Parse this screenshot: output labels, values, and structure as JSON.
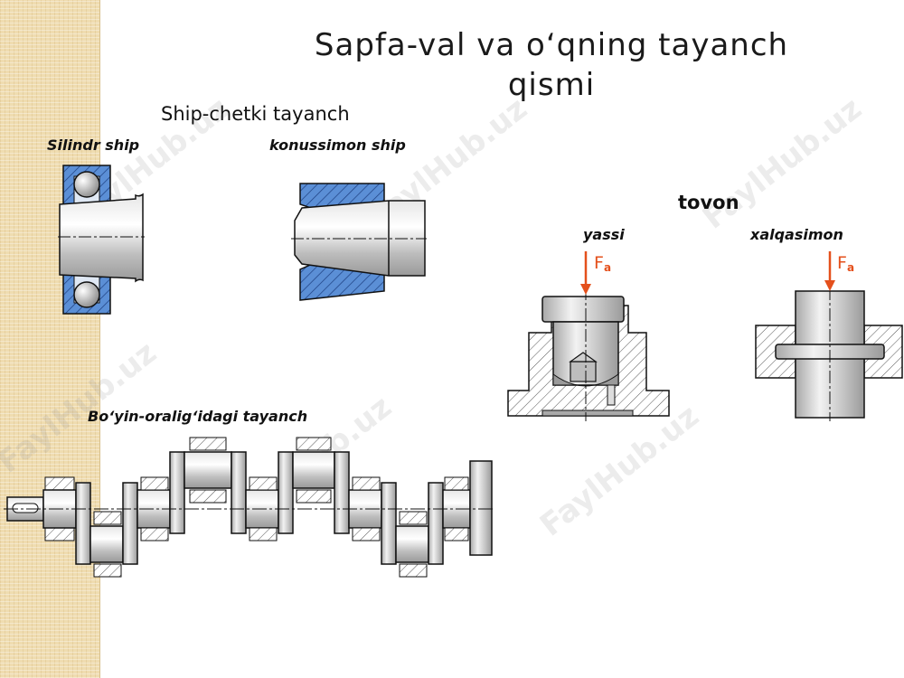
{
  "title_line1": "Sapfa-val va o‘qning tayanch",
  "title_line2": "qismi",
  "section_ship_chetki": "Ship-chetki tayanch",
  "label_silindr": "Silindr ship",
  "label_konussimon": "konussimon ship",
  "label_tovon": "tovon",
  "label_yassi": "yassi",
  "label_xalqasimon": "xalqasimon",
  "force_symbol": "F",
  "force_subscript": "a",
  "label_boyin": "Bo‘yin-oralig‘idagi tayanch",
  "watermark": "FaylHub.uz",
  "colors": {
    "bearing_blue": "#5b8fd6",
    "force_arrow": "#e4501c",
    "metal_gray": "#c8c8c8",
    "side_strip": "#efdcb0"
  }
}
